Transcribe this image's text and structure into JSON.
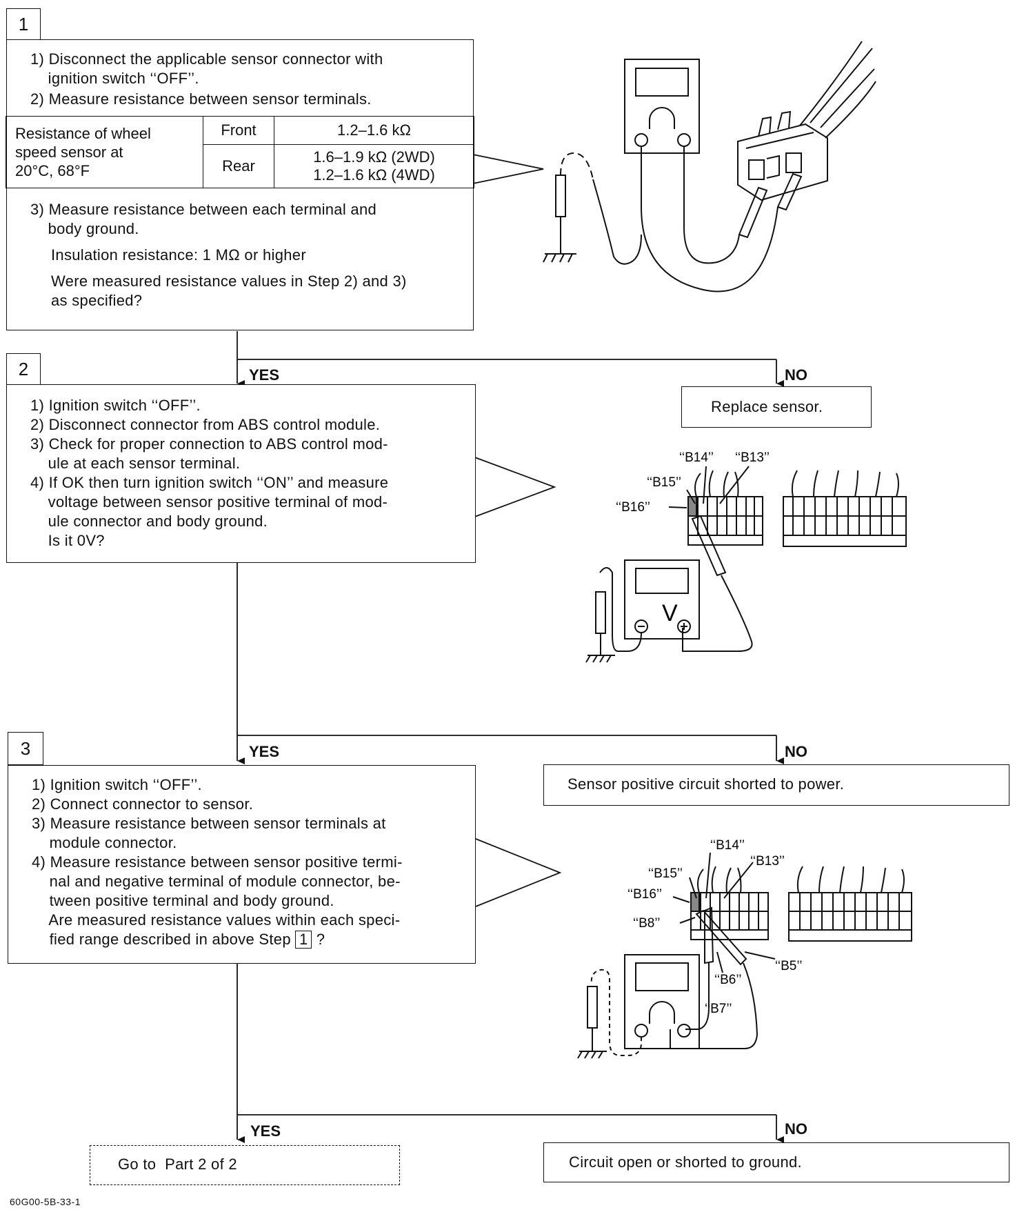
{
  "step1": {
    "number": "1",
    "lines_a": [
      "1) Disconnect the applicable sensor connector with",
      "    ignition switch ‘‘OFF’’.",
      "2) Measure resistance between sensor terminals."
    ],
    "spec_table": {
      "row_label": "Resistance of wheel\nspeed sensor at\n20°C, 68°F",
      "front_label": "Front",
      "front_value": "1.2–1.6 kΩ",
      "rear_label": "Rear",
      "rear_value_2wd": "1.6–1.9 kΩ (2WD)",
      "rear_value_4wd": "1.2–1.6 kΩ (4WD)"
    },
    "lines_b": [
      "3) Measure resistance between each terminal and",
      "    body ground."
    ],
    "insulation": "Insulation resistance: 1 MΩ or higher",
    "question": [
      "Were measured resistance values in Step 2) and 3)",
      "as specified?"
    ]
  },
  "step2": {
    "number": "2",
    "lines": [
      "1) Ignition switch ‘‘OFF’’.",
      "2) Disconnect connector from ABS control module.",
      "3) Check for proper connection to ABS control mod-",
      "    ule at each sensor terminal.",
      "4) If OK then turn ignition switch ‘‘ON’’ and measure",
      "    voltage between sensor positive terminal of mod-",
      "    ule connector and body ground.",
      "    Is it 0V?"
    ]
  },
  "step3": {
    "number": "3",
    "lines": [
      "1) Ignition switch ‘‘OFF’’.",
      "2) Connect connector to sensor.",
      "3) Measure resistance between sensor terminals at",
      "    module connector.",
      "4) Measure resistance between sensor positive termi-",
      "    nal and negative terminal of module connector, be-",
      "    tween positive terminal and body ground.",
      "    Are measured resistance values within each speci-",
      "    fied range described in above Step"
    ],
    "step_ref": "1",
    "step_ref_suffix": "?"
  },
  "results": {
    "replace_sensor": "Replace sensor.",
    "shorted_power": "Sensor positive circuit shorted to power.",
    "open_ground": "Circuit open or shorted to ground.",
    "goto": "Go to  Part 2 of 2"
  },
  "branch_labels": {
    "yes": "YES",
    "no": "NO"
  },
  "diagram2_pins": {
    "b14": "‘‘B14’’",
    "b13": "‘‘B13’’",
    "b15": "‘‘B15’’",
    "b16": "‘‘B16’’"
  },
  "diagram3_pins": {
    "b14": "‘‘B14’’",
    "b13": "‘‘B13’’",
    "b15": "‘‘B15’’",
    "b16": "‘‘B16’’",
    "b8": "‘‘B8’’",
    "b6": "‘‘B6’’",
    "b5": "‘‘B5’’",
    "b7": "‘‘B7’’"
  },
  "voltmeter_symbol": "V",
  "figure_code": "60G00-5B-33-1"
}
